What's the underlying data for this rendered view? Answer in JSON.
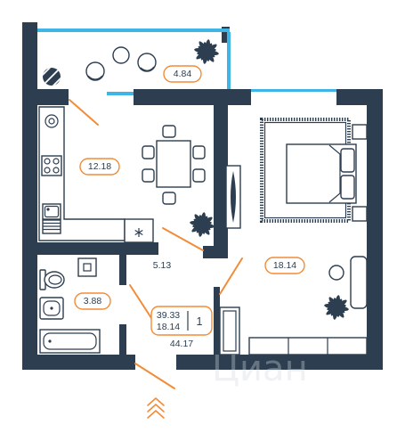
{
  "plan": {
    "rooms": {
      "balcony": {
        "area": "4.84"
      },
      "kitchen": {
        "area": "12.18"
      },
      "hall": {
        "area": "5.13"
      },
      "bathroom": {
        "area": "3.88"
      },
      "bedroom": {
        "area": "18.14"
      }
    },
    "summary": {
      "total_area": "39.33",
      "living_area": "18.14",
      "room_count": "1",
      "total_with_balcony": "44.17"
    },
    "watermark": "Циан"
  },
  "colors": {
    "wall": "#2c3e50",
    "accent": "#f28c38",
    "glass": "#3fb5e6",
    "background": "#ffffff"
  },
  "icons": {
    "fridge": "snowflake-icon",
    "entrance": "entrance-chevrons-icon",
    "plants": "plant-icon"
  }
}
